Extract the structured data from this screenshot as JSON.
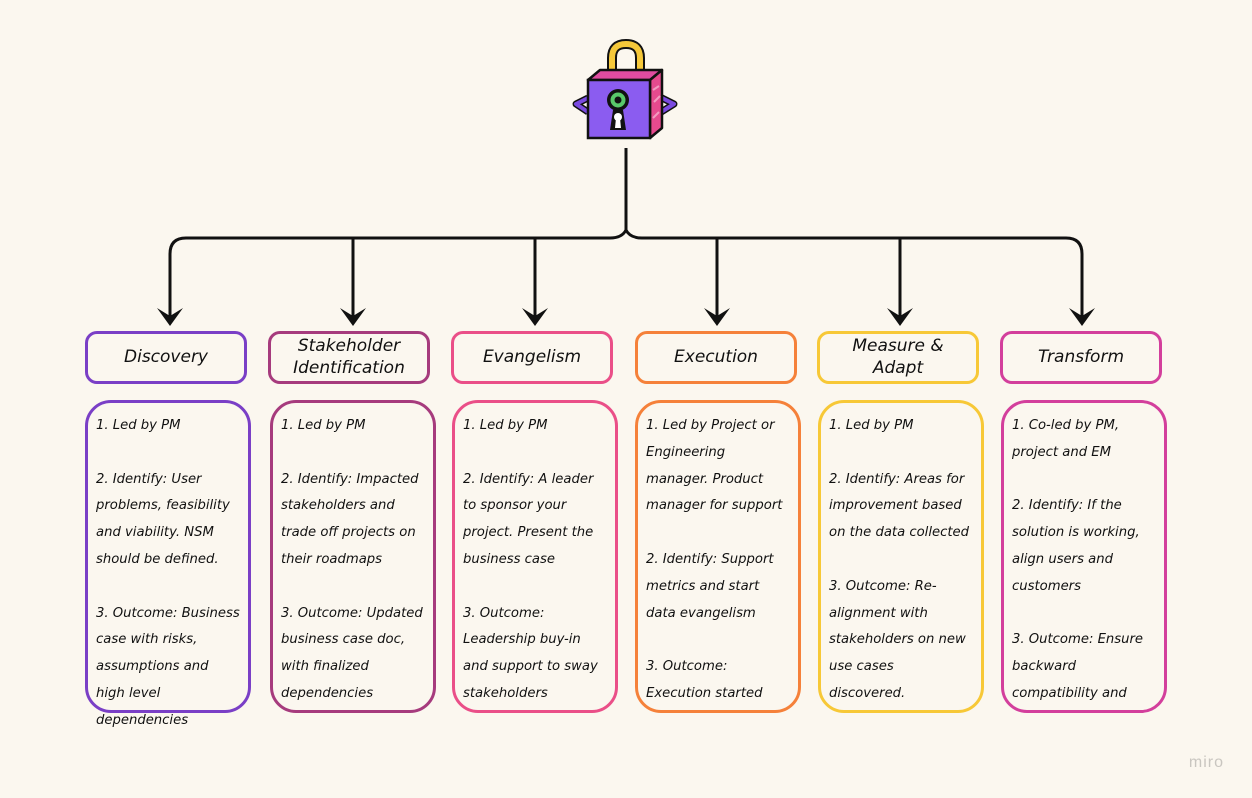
{
  "columns": [
    {
      "title": "Discovery",
      "color": "#7a3fc6",
      "items": [
        "1. Led by PM",
        "2. Identify: User problems, feasibility and viability. NSM should be defined.",
        "3. Outcome: Business case with risks, assumptions and high level dependencies"
      ]
    },
    {
      "title": "Stakeholder Identification",
      "color": "#a63b7d",
      "items": [
        "1. Led by PM",
        "2. Identify: Impacted stakeholders and trade off projects on their roadmaps",
        "3. Outcome: Updated business case doc, with finalized dependencies"
      ]
    },
    {
      "title": "Evangelism",
      "color": "#ea4f88",
      "items": [
        "1. Led by PM",
        "2. Identify: A leader to sponsor your project. Present the business case",
        "3. Outcome: Leadership buy-in and support to sway stakeholders"
      ]
    },
    {
      "title": "Execution",
      "color": "#f5813a",
      "items": [
        "1. Led by Project or Engineering manager. Product manager for support",
        "2. Identify: Support metrics and start data evangelism",
        "3. Outcome: Execution started"
      ]
    },
    {
      "title": "Measure & Adapt",
      "color": "#f7c837",
      "items": [
        "1. Led by PM",
        "2. Identify: Areas for improvement based on the data collected",
        "3. Outcome: Re-alignment with stakeholders on new use cases discovered."
      ]
    },
    {
      "title": "Transform",
      "color": "#d33f9c",
      "items": [
        "1. Co-led by PM, project and EM",
        "2. Identify: If the solution is working, align users and customers",
        "3. Outcome: Ensure backward compatibility and"
      ]
    }
  ],
  "icons": {
    "top": "padlock-cube-icon"
  },
  "watermark": "miro"
}
